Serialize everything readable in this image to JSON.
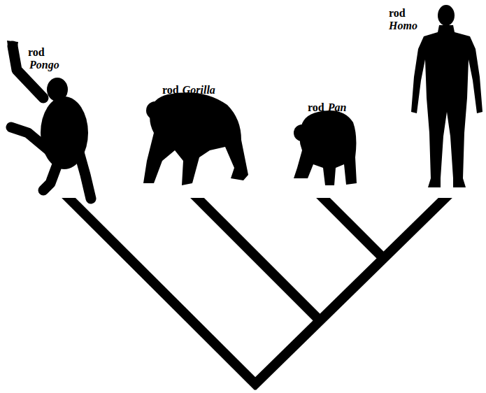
{
  "diagram": {
    "labels": [
      "rod",
      "Pongo",
      "rod",
      "Gorilla",
      "rod",
      "Pan",
      "rod",
      "Homo"
    ]
  }
}
